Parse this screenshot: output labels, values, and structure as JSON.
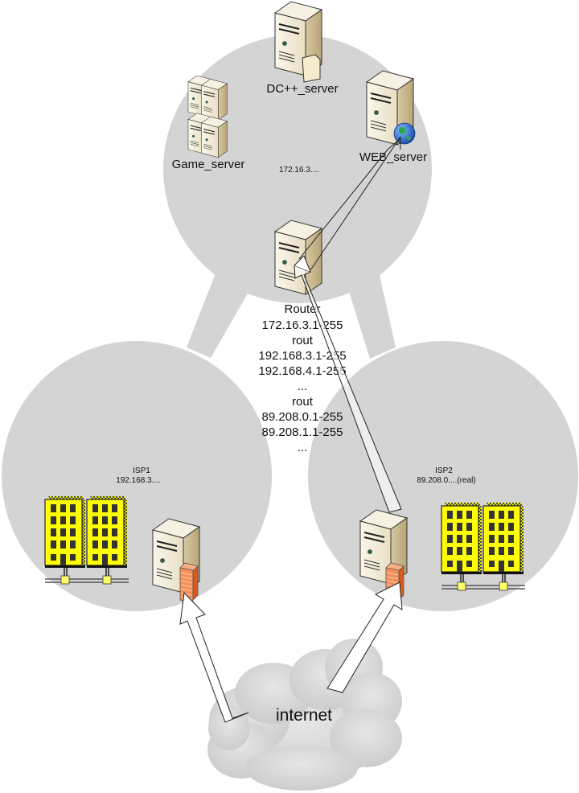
{
  "diagram": {
    "zones": {
      "core": {
        "label": "172.16.3...."
      },
      "isp1": {
        "title": "ISP1",
        "subnet": "192.168.3...."
      },
      "isp2": {
        "title": "ISP2",
        "subnet": "89.208.0....(real)"
      }
    },
    "servers": {
      "game": {
        "label": "Game_server"
      },
      "dc": {
        "label": "DC++_server"
      },
      "web": {
        "label": "WEB_server"
      }
    },
    "router": {
      "lines": [
        "Router",
        "172.16.3.1-255",
        "rout",
        "192.168.3.1-255",
        "192.168.4.1-255",
        "...",
        "rout",
        "89.208.0.1-255",
        "89.208.1.1-255",
        "..."
      ]
    },
    "internet": {
      "label": "internet"
    },
    "colors": {
      "zone": "#d4d4d4",
      "building": "#ffff00",
      "server_body": "#efe7d2",
      "firewall": "#f08040",
      "globe": "#2a7ad8"
    }
  }
}
